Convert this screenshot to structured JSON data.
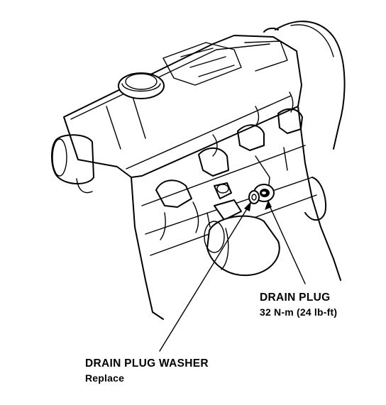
{
  "callouts": {
    "drain_plug": {
      "title": "DRAIN PLUG",
      "torque": "32 N-m (24 lb-ft)"
    },
    "drain_plug_washer": {
      "title": "DRAIN PLUG WASHER",
      "note": "Replace"
    }
  },
  "colors": {
    "ink": "#000000",
    "paper": "#ffffff"
  }
}
